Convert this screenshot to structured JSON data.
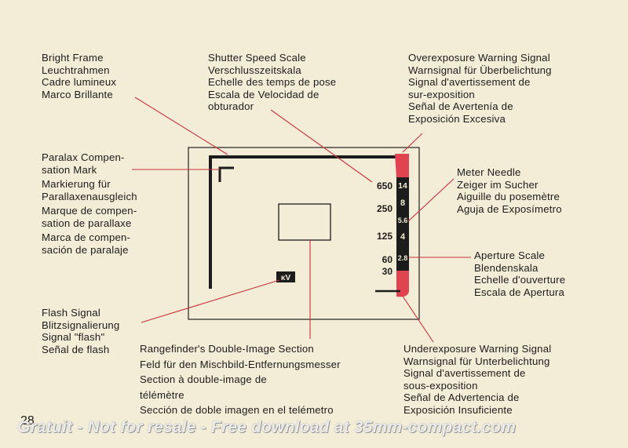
{
  "labels": {
    "bright_frame": [
      "Bright Frame",
      "Leuchtrahmen",
      "Cadre lumineux",
      "Marco Brillante"
    ],
    "shutter_speed_scale": [
      "Shutter Speed Scale",
      "Verschlusszeitskala",
      "Echelle des temps de pose",
      "Escala de Velocidad de",
      "obturador"
    ],
    "overexposure_warning": [
      "Overexposure Warning Signal",
      "Warnsignal für Überbelichtung",
      "Signal d'avertissement de",
      "sur-exposition",
      "Señal de Avertenía de",
      "Exposición Excesiva"
    ],
    "parallax_mark": [
      "Paralax Compen-",
      "sation Mark",
      "Markierung für",
      "Parallaxenausgleich",
      "Marque de compen-",
      "sation de parallaxe",
      "Marca de compen-",
      "sación de paralaje"
    ],
    "meter_needle": [
      "Meter Needle",
      "Zeiger im Sucher",
      "Aiguille du posemètre",
      "Aguja de Exposímetro"
    ],
    "aperture_scale": [
      "Aperture Scale",
      "Blendenskala",
      "Echelle d'ouverture",
      "Escala de Apertura"
    ],
    "flash_signal": [
      "Flash Signal",
      "Blitzsignalierung",
      "Signal \"flash\"",
      "Señal de flash"
    ],
    "rangefinder": [
      "Rangefinder's Double-Image Section",
      "Feld für den Mischbild-Entfernungsmesser",
      "Section à double-image de",
      "télémètre",
      "Sección de doble imagen en el telémetro"
    ],
    "underexposure_warning": [
      "Underexposure Warning Signal",
      "Warnsignal für Unterbelichtung",
      "Signal d'avertissement de",
      "sous-exposition",
      "Señal de Advertencia de",
      "Exposición Insuficiente"
    ]
  },
  "shutter_values": [
    "650",
    "250",
    "125",
    "60",
    "30"
  ],
  "aperture_values": [
    "14",
    "8",
    "5.6",
    "4",
    "2.8"
  ],
  "flash_glyph": "ᴋV",
  "page_number": "28",
  "watermark": "Gratuit - Not for resale - Free download at 35mm-compact.com",
  "colors": {
    "leader_line": "#c8323c",
    "warning_red": "#e04450",
    "ink": "#1c1c1c",
    "paper": "#f3ecd6"
  }
}
